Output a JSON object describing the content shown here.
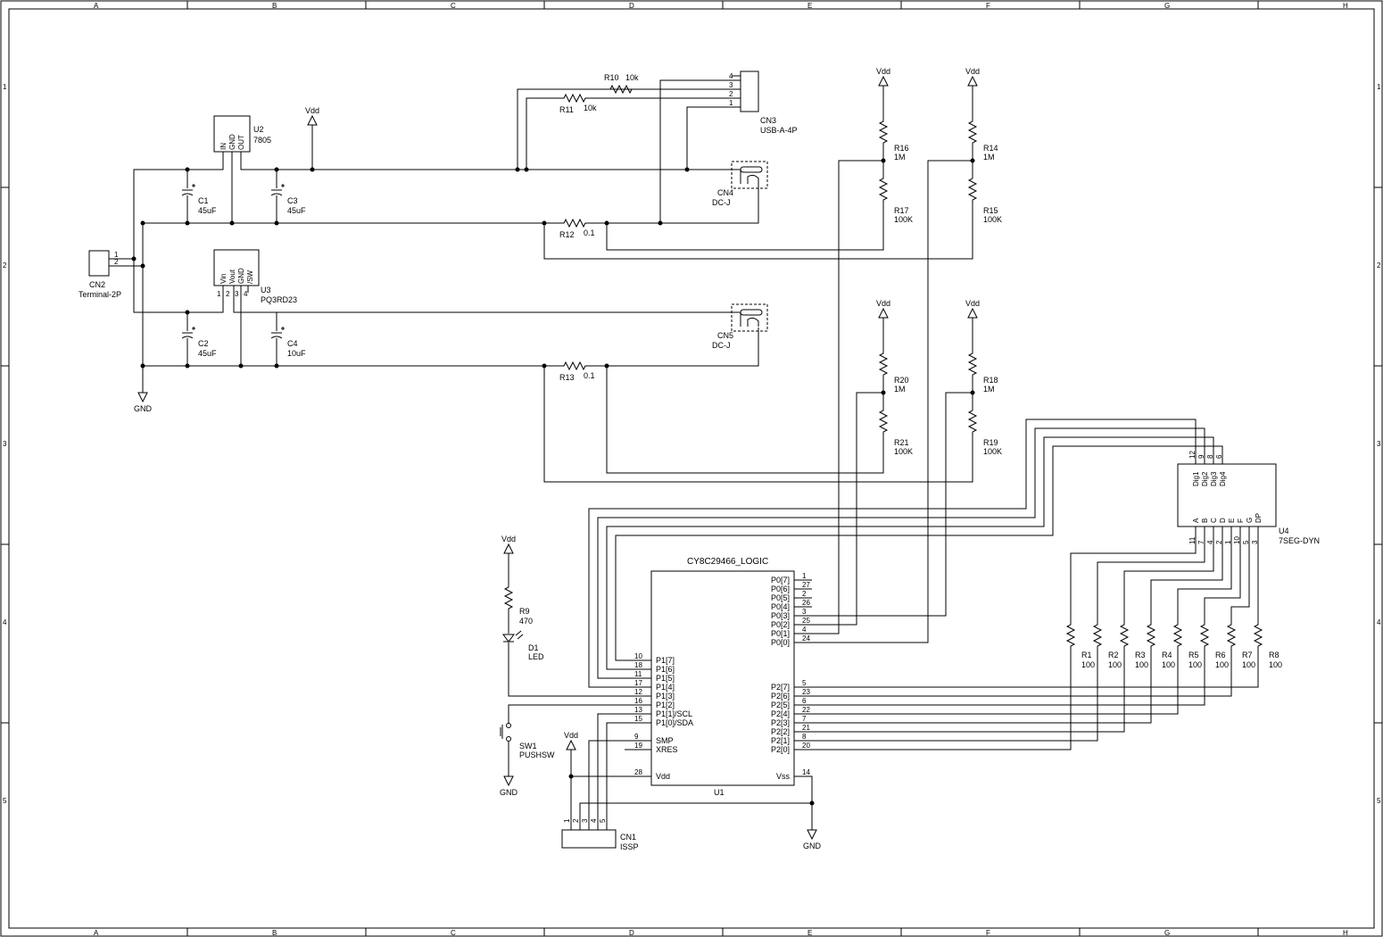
{
  "frame": {
    "columns": [
      "A",
      "B",
      "C",
      "D",
      "E",
      "F",
      "G",
      "H"
    ],
    "rows": [
      "1",
      "2",
      "3",
      "4",
      "5"
    ]
  },
  "power_symbols": {
    "vdd": "Vdd",
    "gnd": "GND"
  },
  "components": {
    "cn1": {
      "ref": "CN1",
      "value": "ISSP",
      "pins": [
        "1",
        "2",
        "3",
        "4",
        "5"
      ]
    },
    "cn2": {
      "ref": "CN2",
      "value": "Terminal-2P",
      "pins": [
        "1",
        "2"
      ]
    },
    "cn3": {
      "ref": "CN3",
      "value": "USB-A-4P",
      "pins": [
        "4",
        "3",
        "2",
        "1"
      ]
    },
    "cn4": {
      "ref": "CN4",
      "value": "DC-J"
    },
    "cn5": {
      "ref": "CN5",
      "value": "DC-J"
    },
    "u2": {
      "ref": "U2",
      "value": "7805",
      "pins": [
        "IN",
        "GND",
        "OUT"
      ]
    },
    "u3": {
      "ref": "U3",
      "value": "PQ3RD23",
      "pins": [
        "Vin",
        "Vout",
        "GND",
        "/SW"
      ],
      "pin_numbers": [
        "1",
        "2",
        "3",
        "4"
      ]
    },
    "c1": {
      "ref": "C1",
      "value": "45uF"
    },
    "c2": {
      "ref": "C2",
      "value": "45uF"
    },
    "c3": {
      "ref": "C3",
      "value": "45uF"
    },
    "c4": {
      "ref": "C4",
      "value": "10uF"
    },
    "r9": {
      "ref": "R9",
      "value": "470"
    },
    "r10": {
      "ref": "R10",
      "value": "10k"
    },
    "r11": {
      "ref": "R11",
      "value": "10k"
    },
    "r12": {
      "ref": "R12",
      "value": "0.1"
    },
    "r13": {
      "ref": "R13",
      "value": "0.1"
    },
    "r14": {
      "ref": "R14",
      "value": "1M"
    },
    "r15": {
      "ref": "R15",
      "value": "100K"
    },
    "r16": {
      "ref": "R16",
      "value": "1M"
    },
    "r17": {
      "ref": "R17",
      "value": "100K"
    },
    "r18": {
      "ref": "R18",
      "value": "1M"
    },
    "r19": {
      "ref": "R19",
      "value": "100K"
    },
    "r20": {
      "ref": "R20",
      "value": "1M"
    },
    "r21": {
      "ref": "R21",
      "value": "100K"
    },
    "seg_resistors": [
      {
        "ref": "R1",
        "value": "100"
      },
      {
        "ref": "R2",
        "value": "100"
      },
      {
        "ref": "R3",
        "value": "100"
      },
      {
        "ref": "R4",
        "value": "100"
      },
      {
        "ref": "R5",
        "value": "100"
      },
      {
        "ref": "R6",
        "value": "100"
      },
      {
        "ref": "R7",
        "value": "100"
      },
      {
        "ref": "R8",
        "value": "100"
      }
    ],
    "d1": {
      "ref": "D1",
      "value": "LED"
    },
    "sw1": {
      "ref": "SW1",
      "value": "PUSHSW"
    },
    "u4": {
      "ref": "U4",
      "value": "7SEG-DYN",
      "top_pins": [
        {
          "name": "Dig1",
          "num": "12"
        },
        {
          "name": "Dig2",
          "num": "9"
        },
        {
          "name": "Dig3",
          "num": "8"
        },
        {
          "name": "Dig4",
          "num": "6"
        }
      ],
      "bottom_pins": [
        {
          "name": "A",
          "num": "11"
        },
        {
          "name": "B",
          "num": "7"
        },
        {
          "name": "C",
          "num": "4"
        },
        {
          "name": "D",
          "num": "2"
        },
        {
          "name": "E",
          "num": "1"
        },
        {
          "name": "F",
          "num": "10"
        },
        {
          "name": "G",
          "num": "5"
        },
        {
          "name": "DP",
          "num": "3"
        }
      ]
    },
    "u1": {
      "ref": "U1",
      "value": "CY8C29466_LOGIC",
      "right_pins": [
        {
          "name": "P0[7]",
          "num": "1"
        },
        {
          "name": "P0[6]",
          "num": "27"
        },
        {
          "name": "P0[5]",
          "num": "2"
        },
        {
          "name": "P0[4]",
          "num": "26"
        },
        {
          "name": "P0[3]",
          "num": "3"
        },
        {
          "name": "P0[2]",
          "num": "25"
        },
        {
          "name": "P0[1]",
          "num": "4"
        },
        {
          "name": "P0[0]",
          "num": "24"
        },
        {
          "name": "P2[7]",
          "num": "5"
        },
        {
          "name": "P2[6]",
          "num": "23"
        },
        {
          "name": "P2[5]",
          "num": "6"
        },
        {
          "name": "P2[4]",
          "num": "22"
        },
        {
          "name": "P2[3]",
          "num": "7"
        },
        {
          "name": "P2[2]",
          "num": "21"
        },
        {
          "name": "P2[1]",
          "num": "8"
        },
        {
          "name": "P2[0]",
          "num": "20"
        },
        {
          "name": "Vss",
          "num": "14"
        }
      ],
      "left_pins": [
        {
          "name": "P1[7]",
          "num": "10"
        },
        {
          "name": "P1[6]",
          "num": "18"
        },
        {
          "name": "P1[5]",
          "num": "11"
        },
        {
          "name": "P1[4]",
          "num": "17"
        },
        {
          "name": "P1[3]",
          "num": "12"
        },
        {
          "name": "P1[2]",
          "num": "16"
        },
        {
          "name": "P1[1]/SCL",
          "num": "13"
        },
        {
          "name": "P1[0]/SDA",
          "num": "15"
        },
        {
          "name": "SMP",
          "num": "9"
        },
        {
          "name": "XRES",
          "num": "19"
        },
        {
          "name": "Vdd",
          "num": "28"
        }
      ]
    }
  }
}
